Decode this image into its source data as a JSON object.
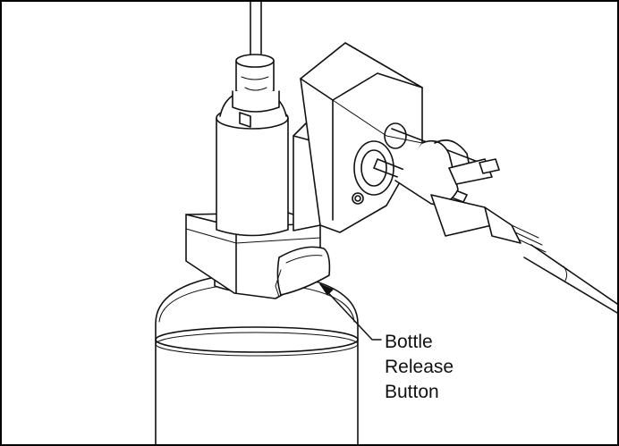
{
  "callout": {
    "label_lines": [
      "Bottle",
      "Release",
      "Button"
    ]
  },
  "colors": {
    "line": "#111111",
    "shadow": "#2a2a2a",
    "fill": "#ffffff",
    "border": "#000000"
  }
}
